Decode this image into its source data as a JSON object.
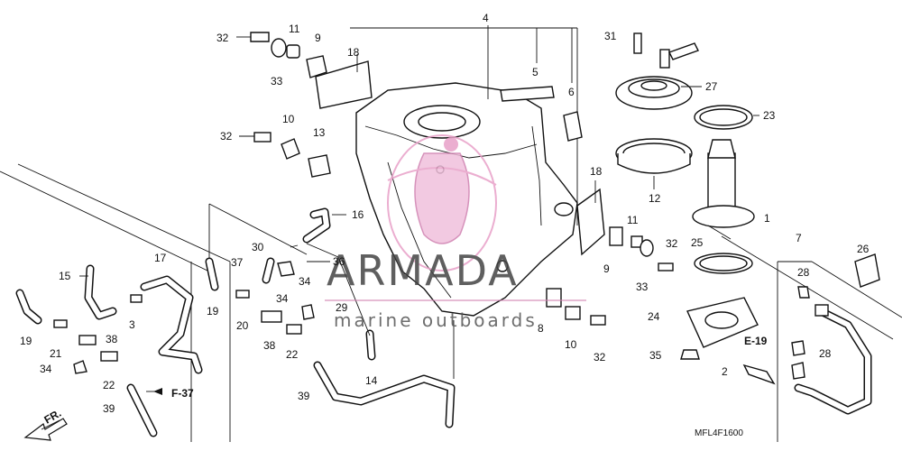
{
  "diagram": {
    "code": "MFL4F1600",
    "ref_label": "E-19",
    "ref_label_2": "F-37",
    "front_label": "FR.",
    "watermark": {
      "title": "ARMADA",
      "subtitle": "marine outboards"
    },
    "callouts": {
      "c32a": "32",
      "c11a": "11",
      "c9a": "9",
      "c18a": "18",
      "c4": "4",
      "c31": "31",
      "c33a": "33",
      "c5": "5",
      "c6": "6",
      "c27": "27",
      "c23": "23",
      "c32b": "32",
      "c10a": "10",
      "c13": "13",
      "c12": "12",
      "c18b": "18",
      "c16": "16",
      "c1": "1",
      "c11b": "11",
      "c32c": "32",
      "c25": "25",
      "c7": "7",
      "c26": "26",
      "c30": "30",
      "c37": "37",
      "c36": "36",
      "c9b": "9",
      "c33b": "33",
      "c28a": "28",
      "c17": "17",
      "c15": "15",
      "c3": "3",
      "c19a": "19",
      "c34a": "34",
      "c29": "29",
      "c8": "8",
      "c24": "24",
      "c20": "20",
      "c38a": "38",
      "c22a": "22",
      "c10b": "10",
      "c19b": "19",
      "c21": "21",
      "c38b": "38",
      "c14": "14",
      "c32d": "32",
      "c35": "35",
      "c28b": "28",
      "c2": "2",
      "c34b": "34",
      "c22b": "22",
      "c39a": "39",
      "c39b": "39"
    }
  }
}
